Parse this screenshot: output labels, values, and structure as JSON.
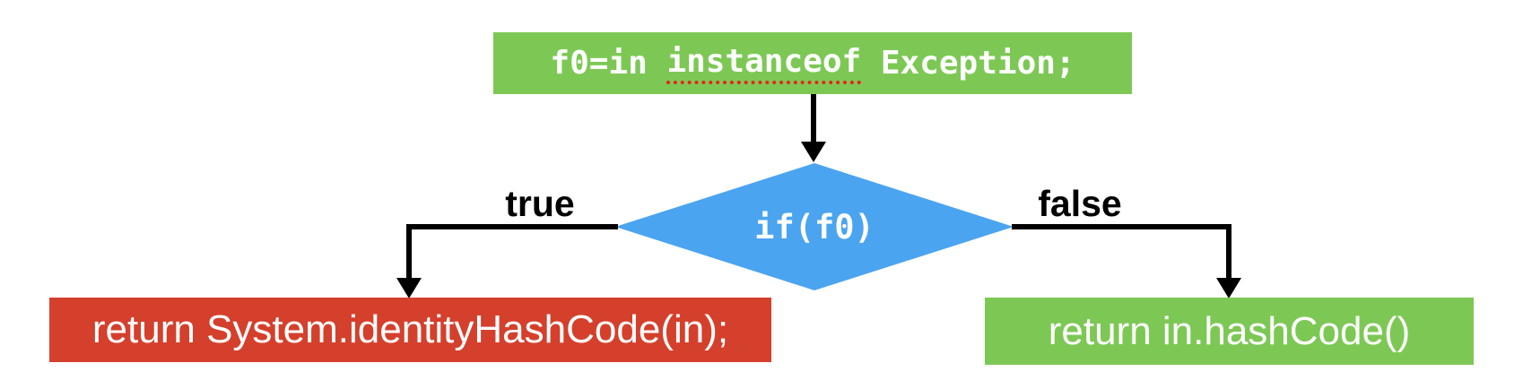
{
  "colors": {
    "green": "#7dc855",
    "blue": "#4ba4f0",
    "red": "#d4402c",
    "line_black": "#000000",
    "spellcheck_red": "#e3261a",
    "node_text_white": "#ffffff"
  },
  "flowchart": {
    "assign_node": {
      "full_text": "f0=in instanceof Exception;",
      "prefix": "f0=in ",
      "underlined": "instanceof",
      "suffix": " Exception;"
    },
    "decision_node": {
      "label": "if(f0)"
    },
    "edges": {
      "true_label": "true",
      "false_label": "false"
    },
    "true_node": {
      "text": "return System.identityHashCode(in);"
    },
    "false_node": {
      "text": "return in.hashCode()"
    }
  }
}
